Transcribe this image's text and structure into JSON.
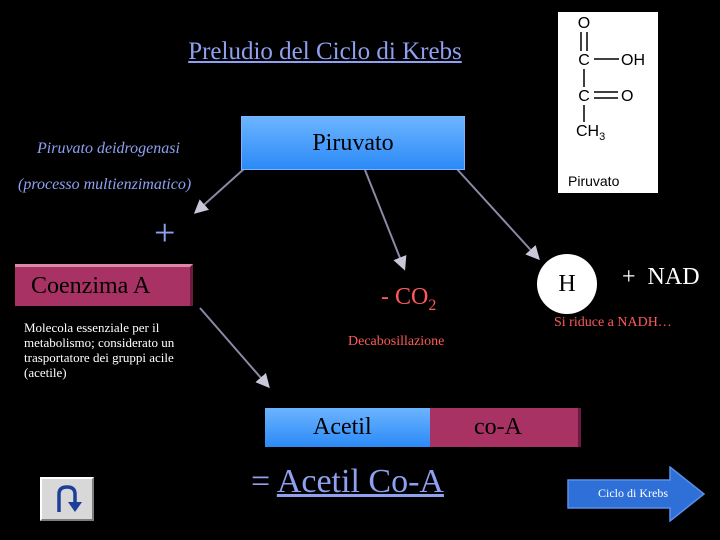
{
  "title": "Preludio del Ciclo di Krebs",
  "enzyme": {
    "name": "Piruvato deidrogenasi",
    "note": "(processo multienzimatico)"
  },
  "piruvato_box": "Piruvato",
  "structure": {
    "caption": "Piruvato",
    "atoms": {
      "o_top": "O",
      "c1": "C",
      "oh": "OH",
      "c2": "C",
      "o_mid": "O",
      "ch": "CH",
      "ch_sub": "3"
    }
  },
  "plus": "+",
  "coenzima": {
    "label": "Coenzima A",
    "description": "Molecola essenziale per il metabolismo; considerato un trasportatore dei gruppi acile (acetile)"
  },
  "co2": {
    "label": "- CO",
    "sub": "2",
    "process": "Decabosillazione"
  },
  "hydrogen": "H",
  "nad": {
    "label": "+  NAD",
    "note": "Si riduce a NADH…"
  },
  "product": {
    "left": "Acetil",
    "right": "co-A",
    "equals": "=",
    "result": "Acetil Co-A"
  },
  "nav": {
    "next_label": "Ciclo di Krebs"
  },
  "colors": {
    "background": "#000000",
    "title_text": "#8fa0f0",
    "box_blue": "#3c9bff",
    "box_magenta": "#a83264",
    "red_text": "#ff5a5a",
    "arrow": "#8a8aa6"
  },
  "icons": {
    "back": "u-turn-arrow-icon",
    "next": "right-arrow-icon"
  }
}
